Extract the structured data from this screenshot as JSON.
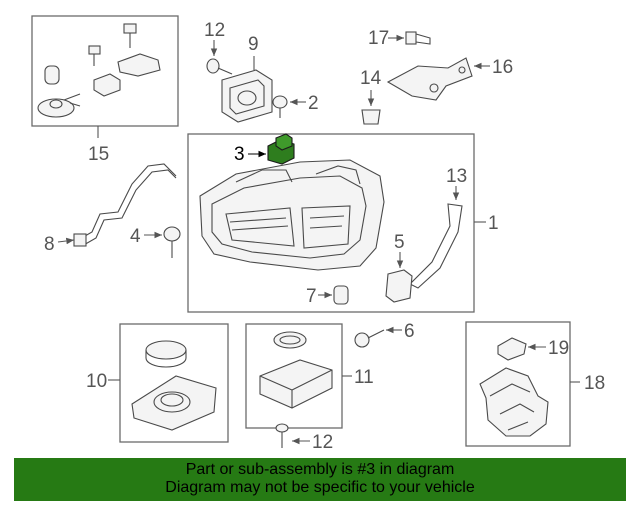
{
  "callouts": {
    "c1": "1",
    "c2": "2",
    "c3": "3",
    "c4": "4",
    "c5": "5",
    "c6": "6",
    "c7": "7",
    "c8": "8",
    "c9": "9",
    "c10": "10",
    "c11": "11",
    "c12a": "12",
    "c12b": "12",
    "c13": "13",
    "c14": "14",
    "c15": "15",
    "c16": "16",
    "c17": "17",
    "c18": "18",
    "c19": "19"
  },
  "highlight": {
    "part_number": "3",
    "color": "#2e7d1e"
  },
  "banner": {
    "line1": "Part or sub-assembly is #3 in diagram",
    "line2": "Diagram may not be specific to your vehicle",
    "color": "#267a14"
  }
}
